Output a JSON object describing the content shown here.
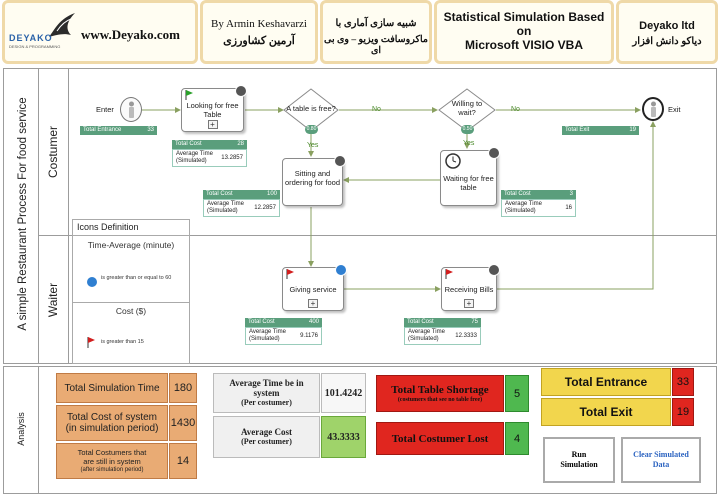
{
  "header": {
    "logo_text": "DEYAKO",
    "logo_sub": "DESIGN & PROGRAMMING",
    "website": "www.Deyako.com",
    "author_en": "By Armin Keshavarzi",
    "author_fa": "آرمین کشاورزی",
    "title_fa_line1": "شبیه سازی آماری با",
    "title_fa_line2": "ماکروسافت ویزیو – وی بی ای",
    "title_en_line1": "Statistical Simulation Based",
    "title_en_line2": "on",
    "title_en_line3": "Microsoft VISIO VBA",
    "company_en": "Deyako ltd",
    "company_fa": "دیاکو دانش افزار"
  },
  "diagram": {
    "process_title": "A simple Restaurant Process For food service",
    "lane_costumer": "Costumer",
    "lane_waiter": "Waiter",
    "analysis_label": "Analysis",
    "colors": {
      "stat_green": "#5a9e7c",
      "edge": "#8aa060",
      "corner_blue": "#2f7fd1",
      "flag_red": "#d21f1f",
      "flag_green": "#2aa02a"
    },
    "nodes": {
      "enter": "Enter",
      "looking": "Looking for free Table",
      "table_free": "A table is free?",
      "willing": "Willing to wait?",
      "exit": "Exit",
      "sitting": "Sitting and ordering for food",
      "waiting": "Waiting for free table",
      "giving": "Giving service",
      "receiving": "Receiving Bills"
    },
    "edges": {
      "yes": "Yes",
      "no": "No",
      "p1": "0.80",
      "p2": "0.50"
    },
    "stats": {
      "total_entrance": {
        "label": "Total Entrance",
        "value": "33"
      },
      "total_exit": {
        "label": "Total Exit",
        "value": "19"
      },
      "looking_cost": {
        "label": "Total Cost",
        "value": "28"
      },
      "looking_time": {
        "label1": "Average Time",
        "label2": "(Simulated)",
        "value": "13.2857"
      },
      "sitting_cost": {
        "label": "Total Cost",
        "value": "100"
      },
      "sitting_time": {
        "label1": "Average Time",
        "label2": "(Simulated)",
        "value": "12.2857"
      },
      "waiting_cost": {
        "label": "Total Cost",
        "value": "3"
      },
      "waiting_time": {
        "label1": "Average Time",
        "label2": "(Simulated)",
        "value": "16"
      },
      "giving_cost": {
        "label": "Total Cost",
        "value": "400"
      },
      "giving_time": {
        "label1": "Average Time",
        "label2": "(Simulated)",
        "value": "9.1176"
      },
      "receiving_cost": {
        "label": "Total Cost",
        "value": "75"
      },
      "receiving_time": {
        "label1": "Average Time",
        "label2": "(Simulated)",
        "value": "12.3333"
      }
    },
    "icons_def": {
      "title": "Icons Definition",
      "time_title": "Time-Average (minute)",
      "time_desc": "is greater than or equal to 60",
      "cost_title": "Cost ($)",
      "cost_desc": "is greater than 15"
    }
  },
  "analysis": {
    "total_sim_time": {
      "label": "Total Simulation Time",
      "value": "180"
    },
    "total_cost": {
      "label1": "Total Cost of system",
      "label2": "(in simulation period)",
      "value": "1430"
    },
    "still_in": {
      "label1": "Total Costumers that",
      "label2": "are still in system",
      "label3": "(after simulation period)",
      "value": "14"
    },
    "avg_time": {
      "label1": "Average Time be in",
      "label2": "system",
      "label3": "(Per costumer)",
      "value": "101.4242"
    },
    "avg_cost": {
      "label1": "Average Cost",
      "label2": "(Per costumer)",
      "value": "43.3333"
    },
    "table_shortage": {
      "label": "Total Table Shortage",
      "sub": "(costumers that see no table free)",
      "value": "5"
    },
    "costumer_lost": {
      "label": "Total Costumer Lost",
      "value": "4"
    },
    "total_entrance": {
      "label": "Total Entrance",
      "value": "33"
    },
    "total_exit": {
      "label": "Total Exit",
      "value": "19"
    },
    "run_button": "Run Simulation",
    "clear_button": "Clear Simulated Data"
  }
}
